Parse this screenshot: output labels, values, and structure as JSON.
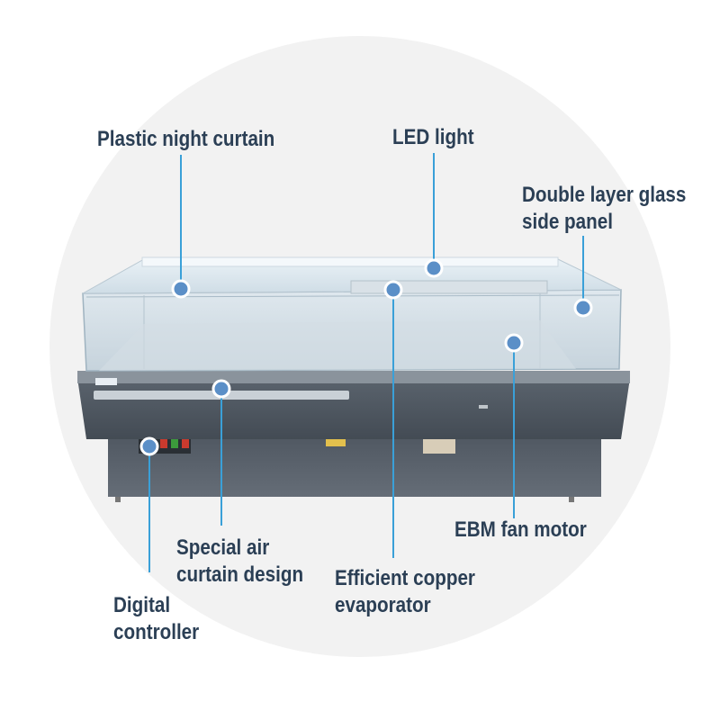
{
  "colors": {
    "label_text": "#2b3f55",
    "callout_line": "#3aa0d8",
    "callout_dot": "#5b8fc7",
    "cabinet_body": "#4b5560",
    "cabinet_base": "#5f6772",
    "background_circle": "#f2f2f2"
  },
  "callouts": {
    "plastic_night_curtain": {
      "lines": [
        "Plastic night curtain"
      ]
    },
    "led_light": {
      "lines": [
        "LED light"
      ]
    },
    "double_layer_glass": {
      "lines": [
        "Double layer glass",
        "side panel"
      ]
    },
    "ebm_fan_motor": {
      "lines": [
        "EBM fan motor"
      ]
    },
    "special_air_curtain": {
      "lines": [
        "Special air",
        "curtain design"
      ]
    },
    "efficient_copper_evaporator": {
      "lines": [
        "Efficient copper",
        "evaporator"
      ]
    },
    "digital_controller": {
      "lines": [
        "Digital",
        "controller"
      ]
    }
  },
  "product": {
    "name_icon": "display-refrigerator-image"
  }
}
